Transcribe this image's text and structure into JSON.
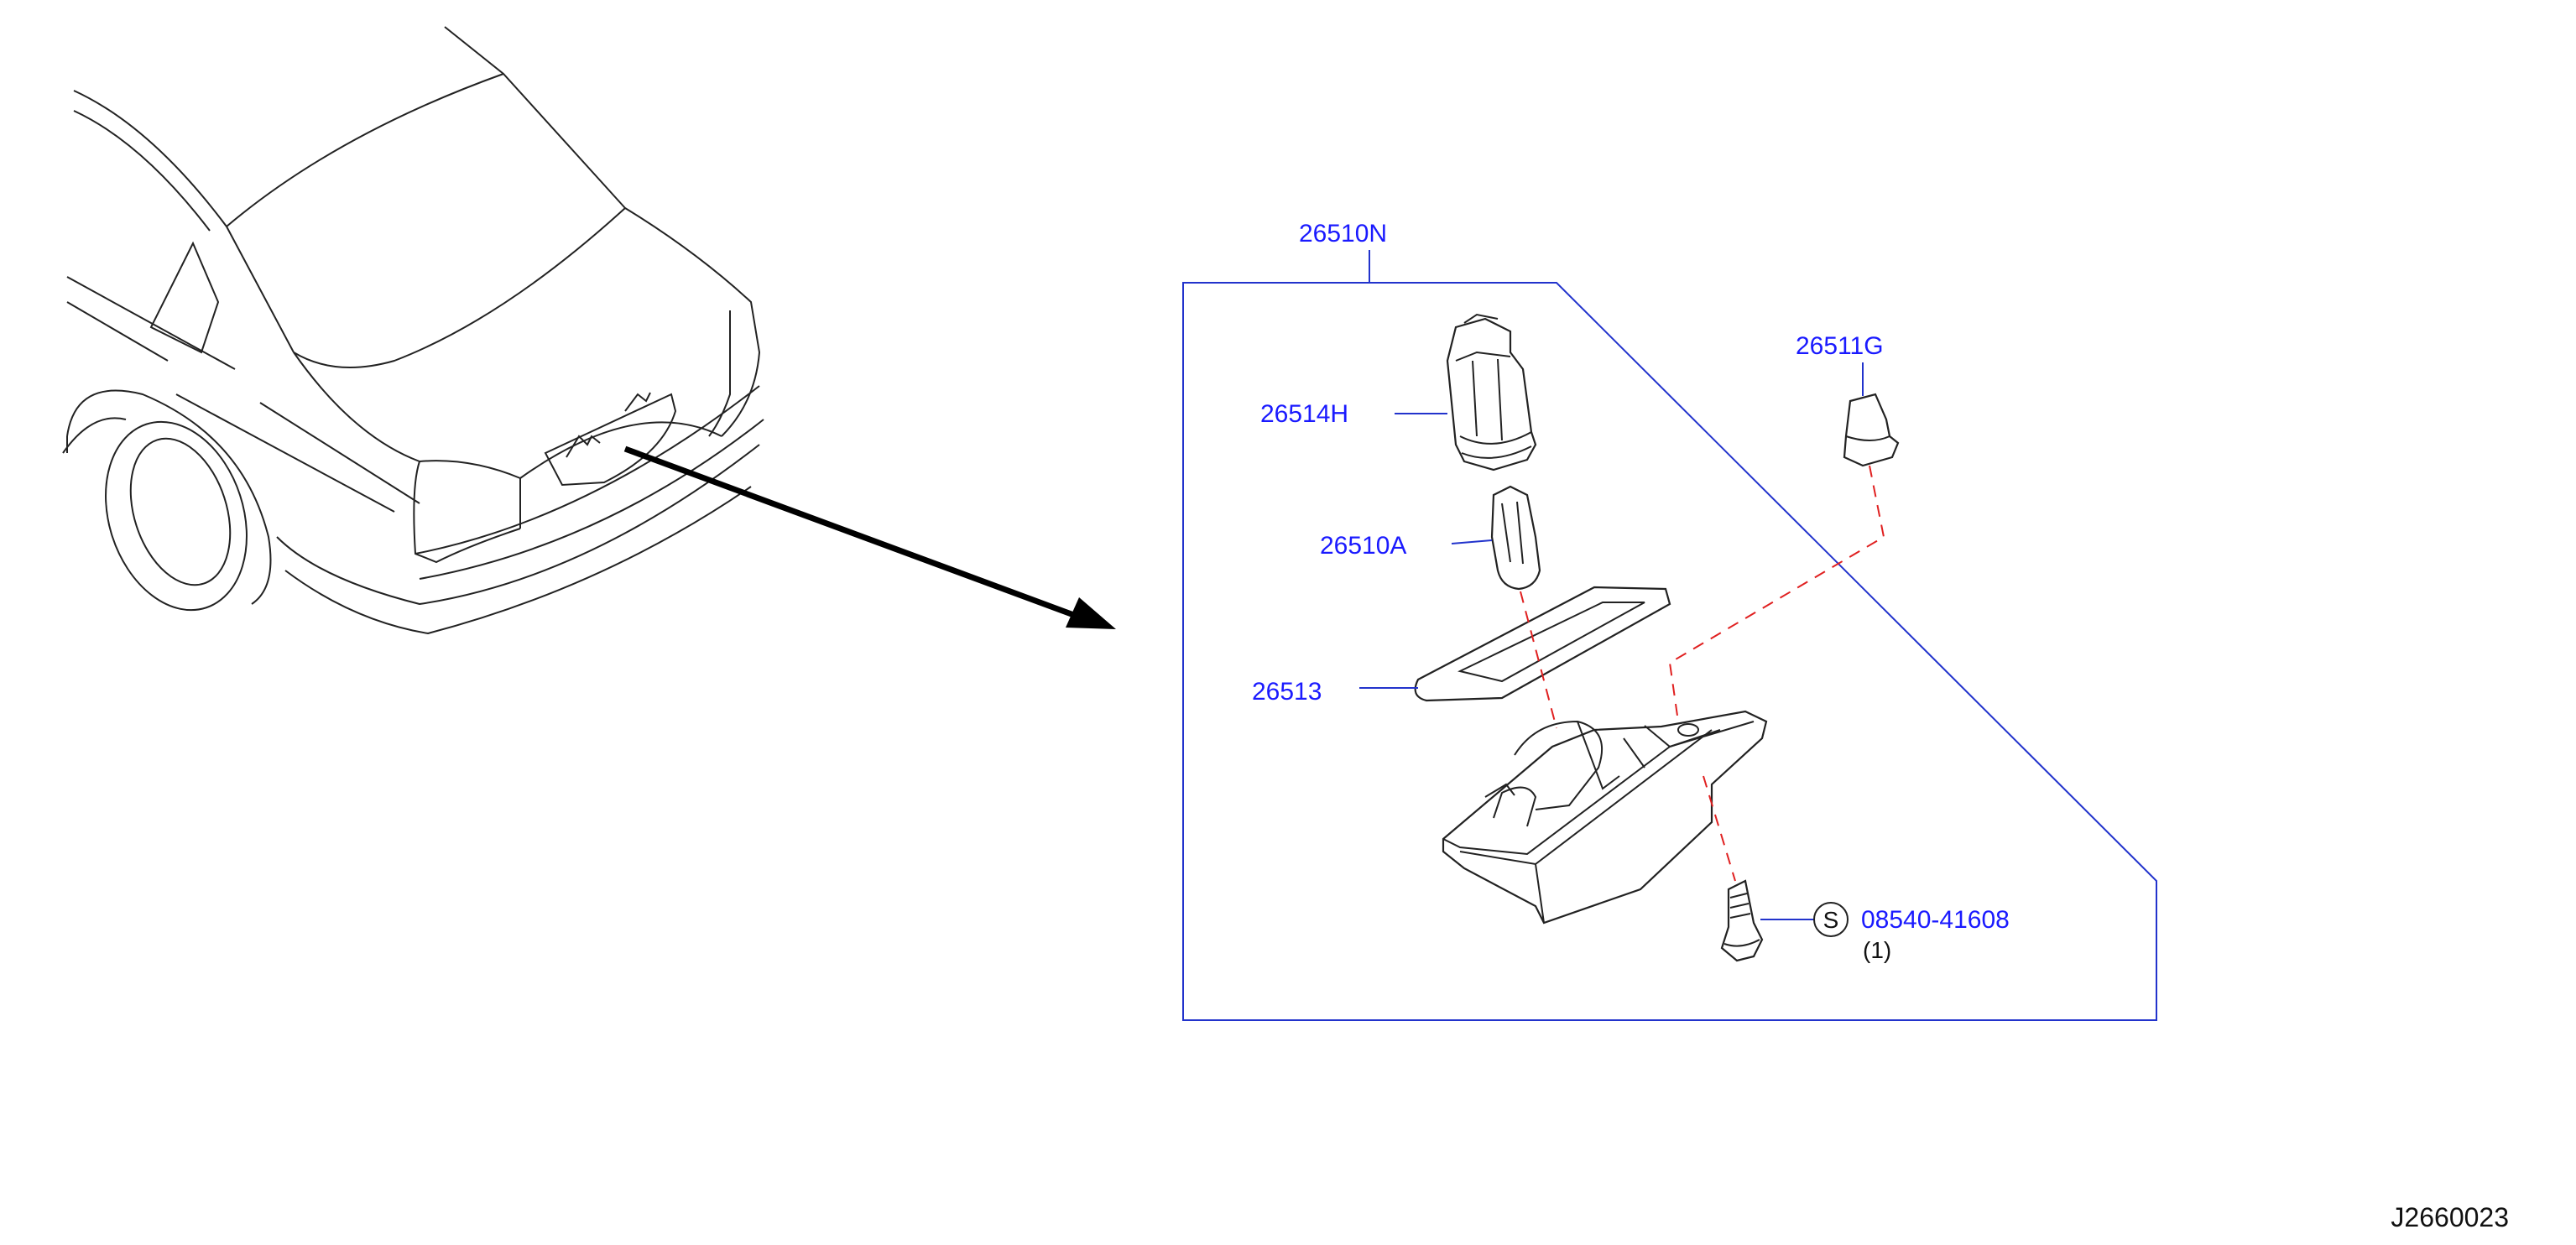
{
  "diagram": {
    "parts": [
      {
        "id": "p-26510N",
        "label": "26510N"
      },
      {
        "id": "p-26514H",
        "label": "26514H"
      },
      {
        "id": "p-26510A",
        "label": "26510A"
      },
      {
        "id": "p-26513",
        "label": "26513"
      },
      {
        "id": "p-26511G",
        "label": "26511G"
      },
      {
        "id": "p-screw",
        "label": "08540-41608",
        "symbol": "S",
        "qty": "(1)"
      }
    ],
    "doc_id": "J2660023"
  },
  "colors": {
    "label": "#1a1aff",
    "leader": "#2233cc",
    "dashed_connector": "#e02020",
    "linework": "#222222"
  }
}
